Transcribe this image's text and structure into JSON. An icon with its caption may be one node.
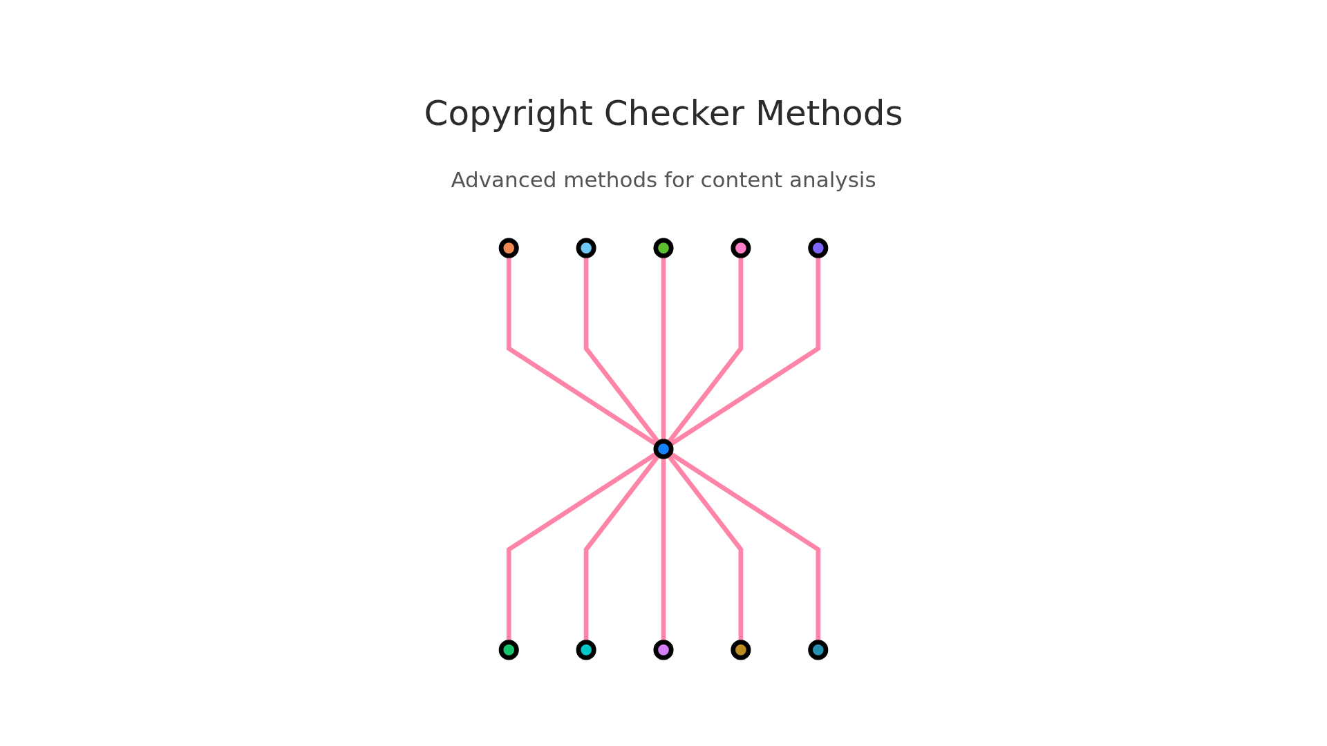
{
  "diagram": {
    "title": "Copyright Checker Methods",
    "caption": "Advanced methods for content analysis",
    "nodes": [
      {
        "text": [],
        "shape": "circle"
      },
      {
        "text": [],
        "shape": "circle"
      },
      {
        "text": [],
        "shape": "circle"
      },
      {
        "text": [],
        "shape": "circle"
      },
      {
        "text": [],
        "shape": "circle"
      },
      {
        "text": [],
        "shape": "circle"
      },
      {
        "text": [],
        "shape": "circle"
      },
      {
        "text": [],
        "shape": "circle"
      },
      {
        "text": [],
        "shape": "circle"
      },
      {
        "text": [],
        "shape": "circle"
      },
      {
        "text": [],
        "shape": "circle"
      }
    ],
    "edges": [
      {
        "from": 0,
        "to": 5,
        "arrow": "none"
      },
      {
        "from": 1,
        "to": 5,
        "arrow": "none"
      },
      {
        "from": 2,
        "to": 5,
        "arrow": "none"
      },
      {
        "from": 3,
        "to": 5,
        "arrow": "none"
      },
      {
        "from": 4,
        "to": 5,
        "arrow": "none"
      },
      {
        "from": 5,
        "to": 6,
        "arrow": "none"
      },
      {
        "from": 5,
        "to": 7,
        "arrow": "none"
      },
      {
        "from": 5,
        "to": 8,
        "arrow": "none"
      },
      {
        "from": 5,
        "to": 9,
        "arrow": "none"
      },
      {
        "from": 5,
        "to": 10,
        "arrow": "none"
      }
    ]
  }
}
